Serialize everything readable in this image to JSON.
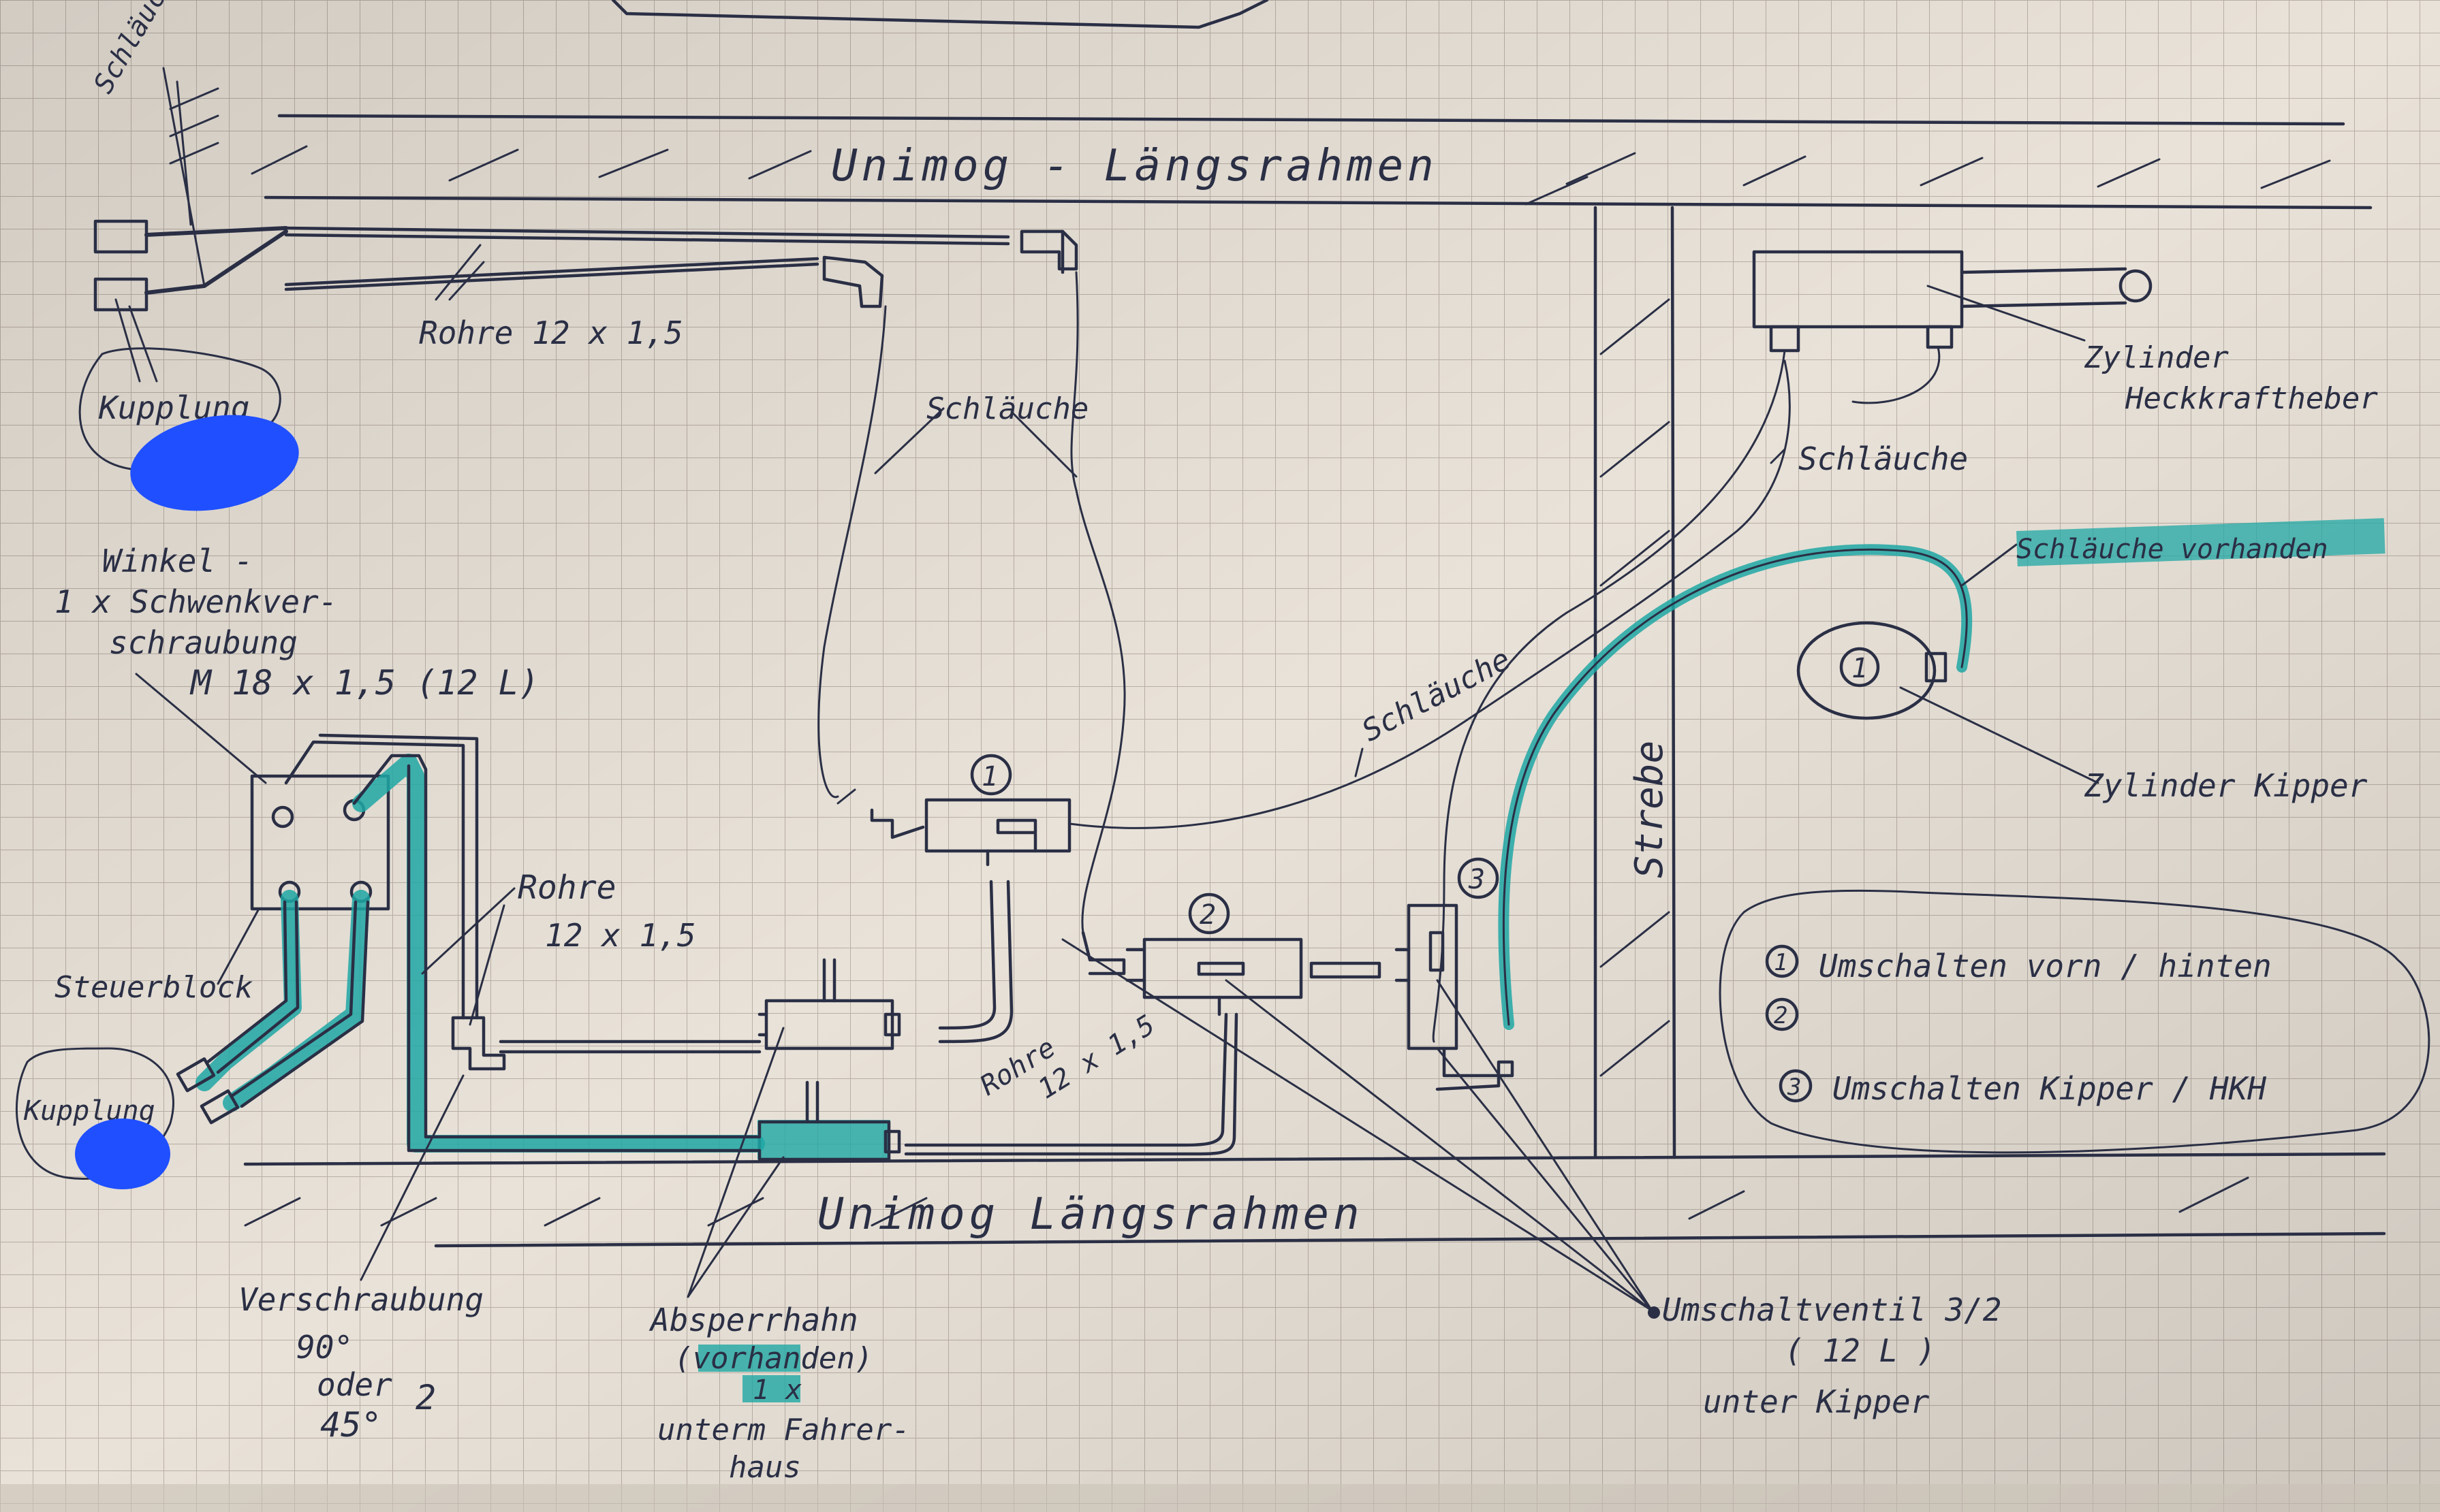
{
  "labels": {
    "frame_top": "Unimog - Längsrahmen",
    "frame_bottom": "Unimog Längsrahmen",
    "rohre_top": "Rohre 12 x 1,5",
    "kupplung_top": "Kupplung",
    "schlauche_mid": "Schläuche",
    "winkel_1": "Winkel -",
    "winkel_2": "1 x Schwenkver-",
    "winkel_3": "schraubung",
    "winkel_4": "M 18 x 1,5 (12 L)",
    "rohre_left_1": "Rohre",
    "rohre_left_2": "12 x 1,5",
    "steuerblock": "Steuerblock",
    "kupplung_bottom": "Kupplung",
    "rohre_center_1": "Rohre",
    "rohre_center_2": "12 x 1,5",
    "schlauch_diag": "Schläuche",
    "schlauch_right": "Schläuche",
    "zylinder_hkh_1": "Zylinder",
    "zylinder_hkh_2": "Heckkraftheber",
    "schlauch_vorhanden": "Schläuche vorhanden",
    "zylinder_kipper": "Zylinder Kipper",
    "strebe": "Strebe",
    "verschraubung_1": "Verschraubung",
    "verschraubung_2": "90°",
    "verschraubung_3": "oder",
    "verschraubung_4": "45°",
    "verschraubung_num": "2",
    "absperr_1": "Absperrhahn",
    "absperr_2": "(vorhanden)",
    "absperr_3": "1 x",
    "absperr_4": "unterm Fahrer-",
    "absperr_5": "haus",
    "umschalt_1": "Umschaltventil 3/2",
    "umschalt_2": "( 12 L )",
    "umschalt_3": "unter Kipper"
  },
  "legend": [
    {
      "num": "1",
      "text": "Umschalten vorn / hinten"
    },
    {
      "num": "2",
      "text": ""
    },
    {
      "num": "3",
      "text": "Umschalten Kipper / HKH"
    }
  ],
  "valve_numbers": [
    "1",
    "2",
    "3"
  ],
  "kipper_cylinder_num": "1",
  "colors": {
    "paper": "#e9e2d8",
    "ink": "#2a2f45",
    "highlight": "#1fa7a4",
    "redaction": "#1f4fff"
  }
}
